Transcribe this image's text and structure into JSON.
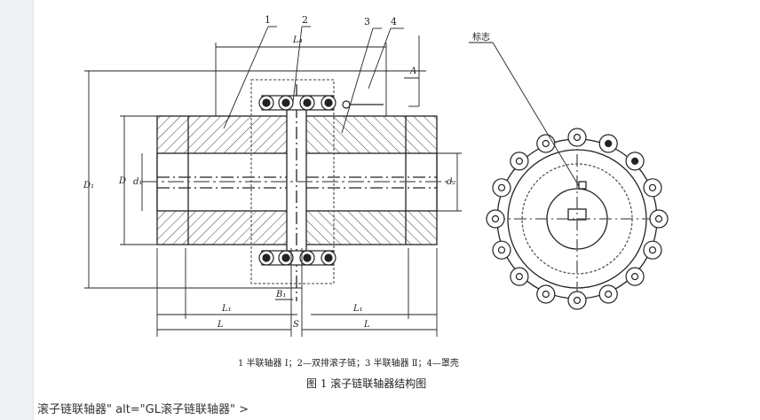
{
  "figure": {
    "part_numbers": [
      "1",
      "2",
      "3",
      "4"
    ],
    "mark_label": "标志",
    "dimension_labels": {
      "L4": "L₄",
      "A": "A",
      "D1": "D₁",
      "D": "D",
      "d1": "d₁",
      "d2": "d₂",
      "B1": "B₁",
      "L1": "L₁",
      "L1b": "L₁",
      "L_left": "L",
      "S": "S",
      "L_right": "L"
    },
    "legend": "1  半联轴器 Ⅰ；2—双排滚子链；3  半联轴器 Ⅱ；4—罩壳",
    "caption": "图 1   滚子链联轴器结构图"
  },
  "footer": {
    "text": "滚子链联轴器\" alt=\"GL滚子链联轴器\" >"
  }
}
